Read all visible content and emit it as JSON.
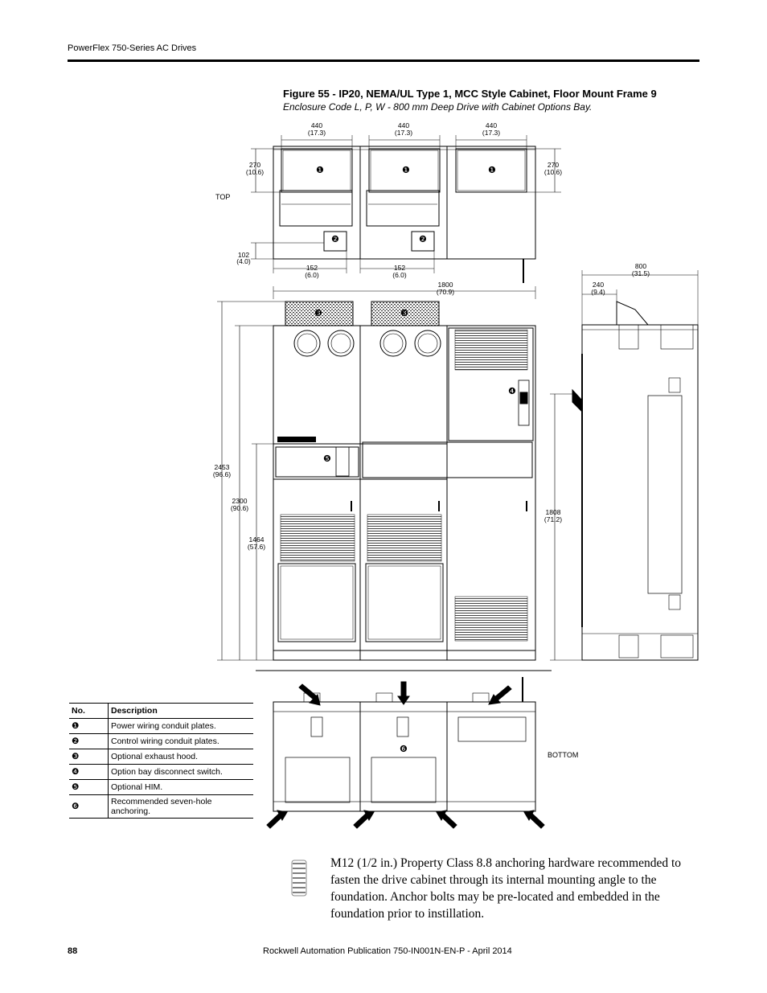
{
  "header": {
    "title": "PowerFlex 750-Series AC Drives"
  },
  "figure": {
    "title": "Figure 55 - IP20, NEMA/UL Type 1, MCC Style Cabinet, Floor Mount Frame 9",
    "subtitle": "Enclosure Code L, P, W - 800 mm Deep Drive with Cabinet Options Bay."
  },
  "drawing": {
    "labels": {
      "top": "TOP",
      "bottom": "BOTTOM"
    },
    "dims": {
      "w440": "440",
      "w440_in": "(17.3)",
      "h270": "270",
      "h270_in": "(10.6)",
      "d102": "102",
      "d102_in": "(4.0)",
      "d152": "152",
      "d152_in": "(6.0)",
      "w1800": "1800",
      "w1800_in": "(70.9)",
      "d800": "800",
      "d800_in": "(31.5)",
      "d240": "240",
      "d240_in": "(9.4)",
      "h2453": "2453",
      "h2453_in": "(96.6)",
      "h2300": "2300",
      "h2300_in": "(90.6)",
      "h1464": "1464",
      "h1464_in": "(57.6)",
      "h1808": "1808",
      "h1808_in": "(71.2)"
    },
    "callouts": [
      "❶",
      "❷",
      "❸",
      "❹",
      "❺",
      "❻"
    ]
  },
  "legend": {
    "headers": {
      "no": "No.",
      "description": "Description"
    },
    "rows": [
      {
        "no": "❶",
        "description": "Power wiring conduit plates."
      },
      {
        "no": "❷",
        "description": "Control wiring conduit plates."
      },
      {
        "no": "❸",
        "description": "Optional exhaust hood."
      },
      {
        "no": "❹",
        "description": "Option bay disconnect switch."
      },
      {
        "no": "❺",
        "description": "Optional HIM."
      },
      {
        "no": "❻",
        "description": "Recommended seven-hole anchoring."
      }
    ]
  },
  "note": {
    "icon": "bolt-icon",
    "text": "M12 (1/2 in.) Property Class 8.8 anchoring hardware recommended to fasten the drive cabinet through its internal mounting angle to the foundation. Anchor bolts may be pre-located and embedded in the foundation prior to instillation."
  },
  "footer": {
    "page_number": "88",
    "publication": "Rockwell Automation Publication 750-IN001N-EN-P - April 2014"
  }
}
